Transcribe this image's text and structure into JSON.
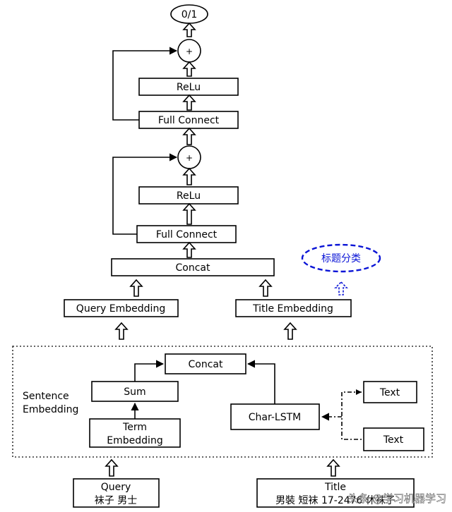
{
  "diagram": {
    "nodes": {
      "output": "0/1",
      "plus_top": "+",
      "relu_top": "ReLu",
      "fc_top": "Full Connect",
      "plus_mid": "+",
      "relu_mid": "ReLu",
      "fc_mid": "Full Connect",
      "concat_top": "Concat",
      "title_class": "标题分类",
      "query_embedding": "Query Embedding",
      "title_embedding": "Title Embedding",
      "sentence_embedding_line1": "Sentence",
      "sentence_embedding_line2": "Embedding",
      "concat_inner": "Concat",
      "sum": "Sum",
      "term_embedding_line1": "Term",
      "term_embedding_line2": "Embedding",
      "char_lstm": "Char-LSTM",
      "text_top": "Text",
      "text_bottom": "Text",
      "query_line1": "Query",
      "query_line2": "袜子 男士",
      "title_line1": "Title",
      "title_line2": "男裝 短袜 17-2476 休袜子"
    },
    "watermark": "头条 @学习机器学习",
    "colors": {
      "stroke": "#000000",
      "accent": "#0a14d6",
      "dotted": "#333333"
    }
  }
}
